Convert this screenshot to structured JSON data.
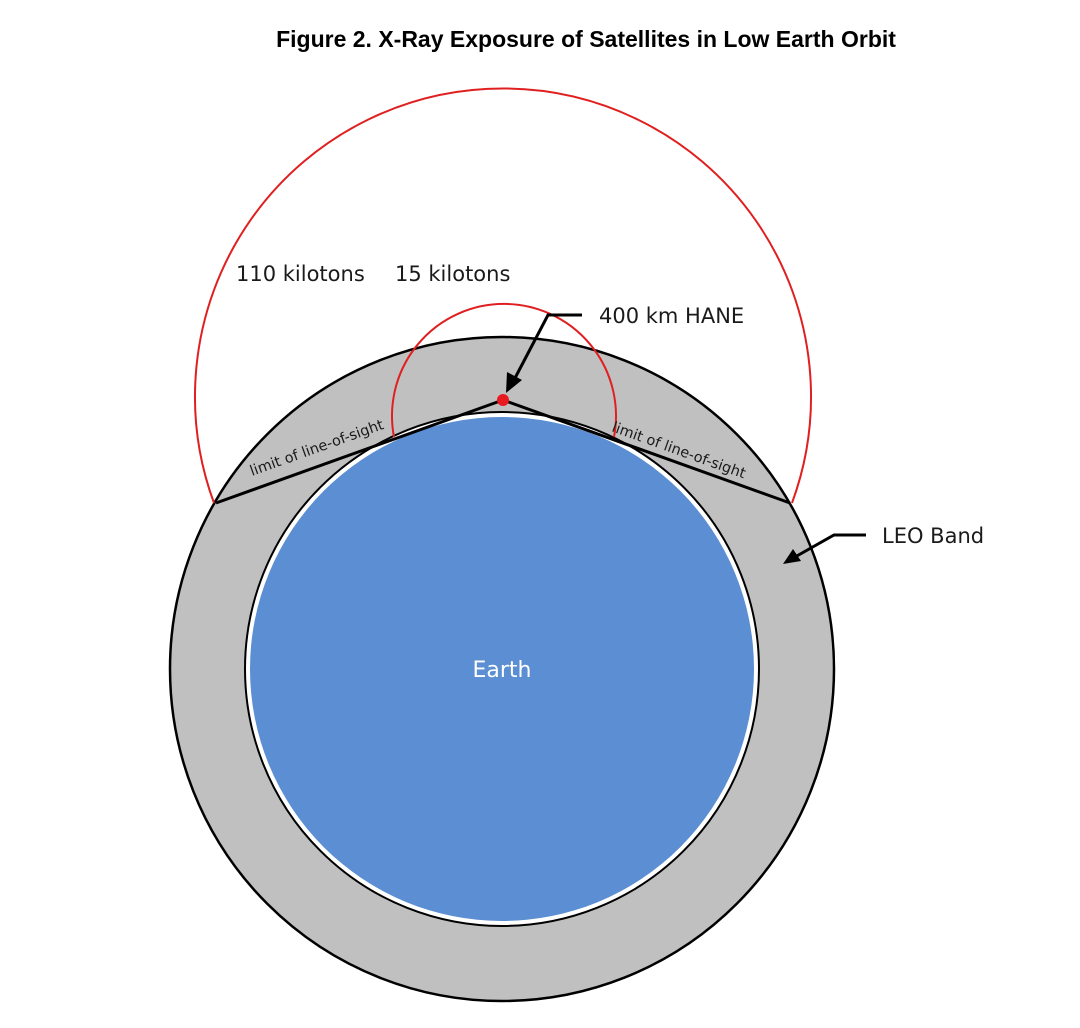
{
  "figure": {
    "title": "Figure 2. X-Ray Exposure of Satellites in Low Earth Orbit"
  },
  "labels": {
    "yield_large": "110 kilotons",
    "yield_small": "15 kilotons",
    "burst": "400 km HANE",
    "los_left": "limit of line-of-sight",
    "los_right": "limit of line-of-sight",
    "leo_band": "LEO Band",
    "earth": "Earth"
  },
  "colors": {
    "earth_fill": "#5b8ed2",
    "leo_band_fill": "#c0c0c0",
    "outline": "#000000",
    "exposure_circle": "#e02020",
    "burst_point": "#e8191f"
  }
}
